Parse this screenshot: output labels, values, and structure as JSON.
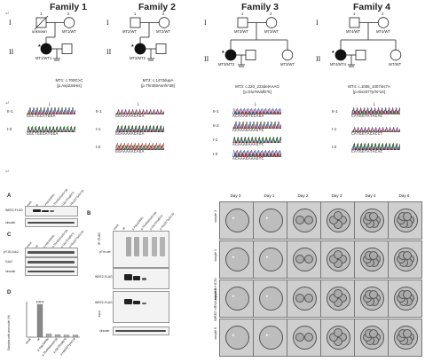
{
  "families": [
    {
      "title": "Family 1",
      "gen1": "I",
      "gen2": "II",
      "n1": "1",
      "n2": "2",
      "p1": "unknown",
      "p2": "MT1/WT",
      "proband": "MT1/WT1",
      "mutation": [
        "MT1: c.700G>C",
        "[p.Asp234His]"
      ],
      "rows": [
        "II-1",
        "I-2"
      ],
      "seqs": [
        "GGCTGCATGGA",
        "GGCTGGCATGGA"
      ]
    },
    {
      "title": "Family 2",
      "gen1": "I",
      "gen2": "II",
      "n1": "1",
      "n2": "2",
      "p1": "MT2/WT",
      "p2": "MT2/WT",
      "proband": "MT2/MT2",
      "mutation": [
        "MT2: c.1473dupA",
        "[p.Thr493Asnfs*38]"
      ],
      "rows": [
        "II-1",
        "I-1",
        "I-2"
      ],
      "seqs": [
        "GGAAAAACAGA",
        "GGAAAAACAGA",
        "GGAAAAACAGA"
      ]
    },
    {
      "title": "Family 3",
      "gen1": "I",
      "gen2": "II",
      "n1": "1",
      "n2": "2",
      "p1": "MT3/WT",
      "p2": "MT3/WT",
      "proband": "MT3/MT3",
      "sib": "MT3/WT",
      "mutation": [
        "MT3: c.220_223delAAAG",
        "[p.Glu75Valfs*6]"
      ],
      "rows": [
        "II-1",
        "II-2",
        "I-1",
        "I-2"
      ],
      "seqs": [
        "ACAAAGTCCAGA",
        "ACAAAGAAAGTC",
        "ACAAAGAAAGTC",
        "ACAAAGAAAGTC"
      ]
    },
    {
      "title": "Family 4",
      "gen1": "I",
      "gen2": "II",
      "n1": "1",
      "n2": "2",
      "p1": "MT4/WT",
      "p2": "MT4/WT",
      "proband": "MT4/MT4",
      "sib": "WT/WT",
      "mutation": [
        "MT4: c.1006_1007ins7A",
        "[p.His337Tyrfs*24]"
      ],
      "rows": [
        "II-1",
        "I-1",
        "I-2"
      ],
      "seqs": [
        "CATGGTATACAC",
        "CATGGTACACCT",
        "CATGGTATACAC"
      ]
    }
  ],
  "return_mark": "↵",
  "panels": {
    "A": "A",
    "B": "B",
    "C": "C",
    "D": "D"
  },
  "blots": {
    "A": {
      "bands": [
        "WEE2-FLAG",
        "vinculin"
      ]
    },
    "B": {
      "bands": [
        "pThr-ser",
        "WEE2-FLAG",
        "WEE2-FLAG",
        "vinculin"
      ],
      "side": [
        "IP: FLAG",
        "input"
      ]
    },
    "C": {
      "bands": [
        "pY15-Cdc2",
        "Cdc2",
        "vinculin"
      ]
    }
  },
  "lane_labels": [
    "mock",
    "wt",
    "p.Asp234His",
    "p.Thr493Asnfs*38",
    "p.Glu75Valfs*6",
    "p.His337Tyrfs*24"
  ],
  "d_chart": {
    "ylabel": "Oocytes with pronuclei (%)",
    "top_label": "100%"
  },
  "chart_data": {
    "type": "bar",
    "categories": [
      "mock",
      "wt",
      "p.Asp234His",
      "p.Thr493Asnfs*38",
      "p.Glu75Valfs*6",
      "p.His337Tyrfs*24"
    ],
    "values": [
      0,
      92,
      9,
      7,
      6,
      6
    ],
    "ylim": [
      0,
      100
    ]
  },
  "timelapse": {
    "days": [
      "Day 0",
      "Day 1",
      "Day 2",
      "Day 3",
      "Day 4",
      "Day 6"
    ],
    "rows": [
      "oocyte 3",
      "oocyte 4",
      "oocyte 5",
      "oocyte 6"
    ],
    "side_label": "WEE2 cRNA injection+ICSI"
  }
}
